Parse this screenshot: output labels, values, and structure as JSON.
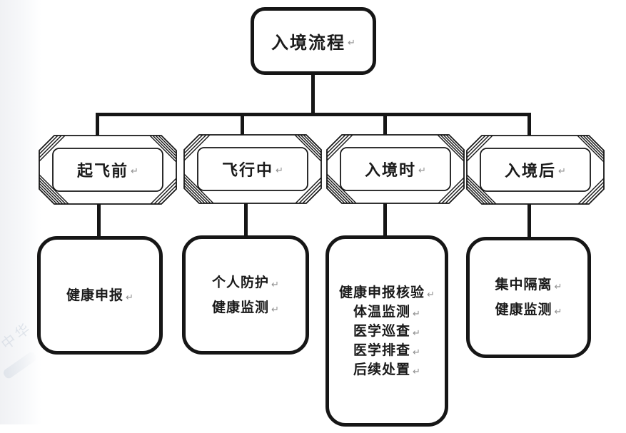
{
  "title": {
    "text": "入境流程"
  },
  "marks": {
    "return_mark": "↵"
  },
  "watermark": {
    "text": "中华"
  },
  "colors": {
    "line": "#161616",
    "text": "#1a1a1a",
    "return_mark": "#8f8f8f",
    "watermark": "#c9d2dd",
    "background": "#ffffff"
  },
  "stages": [
    {
      "id": "before-takeoff",
      "label": "起飞前",
      "details": [
        "健康申报"
      ]
    },
    {
      "id": "in-flight",
      "label": "飞行中",
      "details": [
        "个人防护",
        "健康监测"
      ]
    },
    {
      "id": "at-entry",
      "label": "入境时",
      "details": [
        "健康申报核验",
        "体温监测",
        "医学巡查",
        "医学排查",
        "后续处置"
      ]
    },
    {
      "id": "after-entry",
      "label": "入境后",
      "details": [
        "集中隔离",
        "健康监测"
      ]
    }
  ]
}
